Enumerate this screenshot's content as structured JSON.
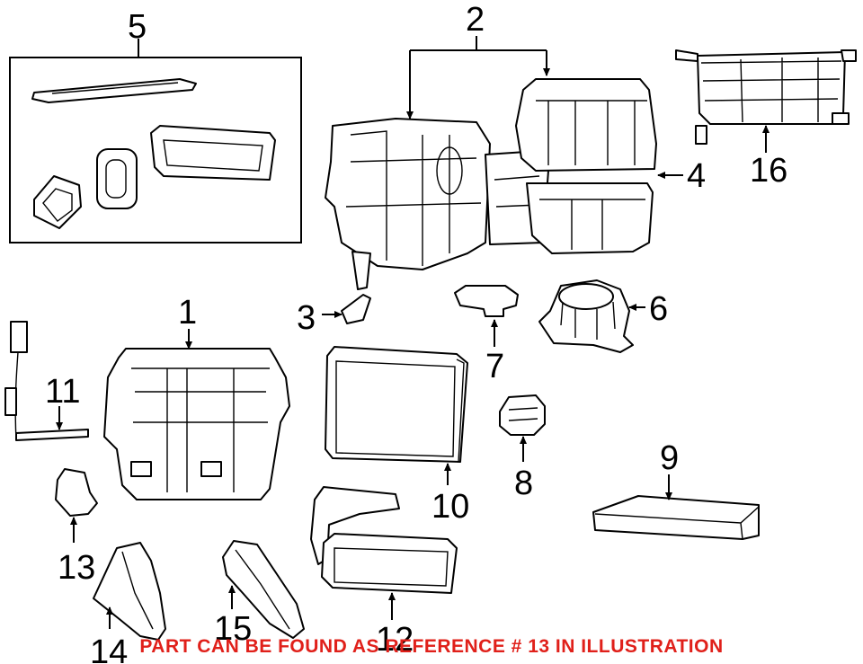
{
  "callouts": [
    "1",
    "2",
    "3",
    "4",
    "5",
    "6",
    "7",
    "8",
    "9",
    "10",
    "11",
    "12",
    "13",
    "14",
    "15",
    "16"
  ],
  "note": "PART CAN BE FOUND AS REFERENCE # 13 IN ILLUSTRATION",
  "colors": {
    "line": "#000000",
    "note": "#e0201a",
    "background": "#ffffff"
  }
}
